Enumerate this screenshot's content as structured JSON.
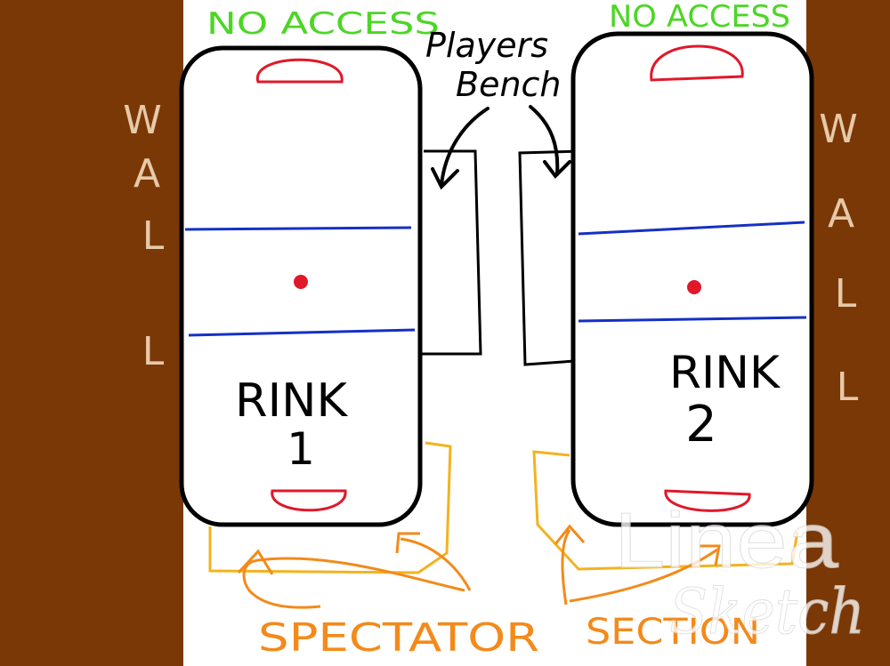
{
  "labels": {
    "no_access_left": "NO ACCESS",
    "no_access_right": "NO ACCESS",
    "players_bench_line1": "Players",
    "players_bench_line2": "Bench",
    "wall_left": [
      "W",
      "A",
      "L",
      "L"
    ],
    "wall_right": [
      "W",
      "A",
      "L",
      "L"
    ],
    "rink1_line1": "RINK",
    "rink1_line2": "1",
    "rink2_line1": "RINK",
    "rink2_line2": "2",
    "spectator": "SPECTATOR",
    "section": "SECTION"
  },
  "watermark": {
    "line1": "Linea",
    "line2": "Sketch"
  },
  "colors": {
    "wall": "#7a3806",
    "wall_text": "#e6c9a8",
    "no_access": "#4cd626",
    "rink_outline": "#000000",
    "blue_line": "#1530c4",
    "red": "#e0182a",
    "spectator_outline": "#f3b31e",
    "spectator_arrows": "#f38a1a",
    "spectator_text": "#f38a1a"
  }
}
